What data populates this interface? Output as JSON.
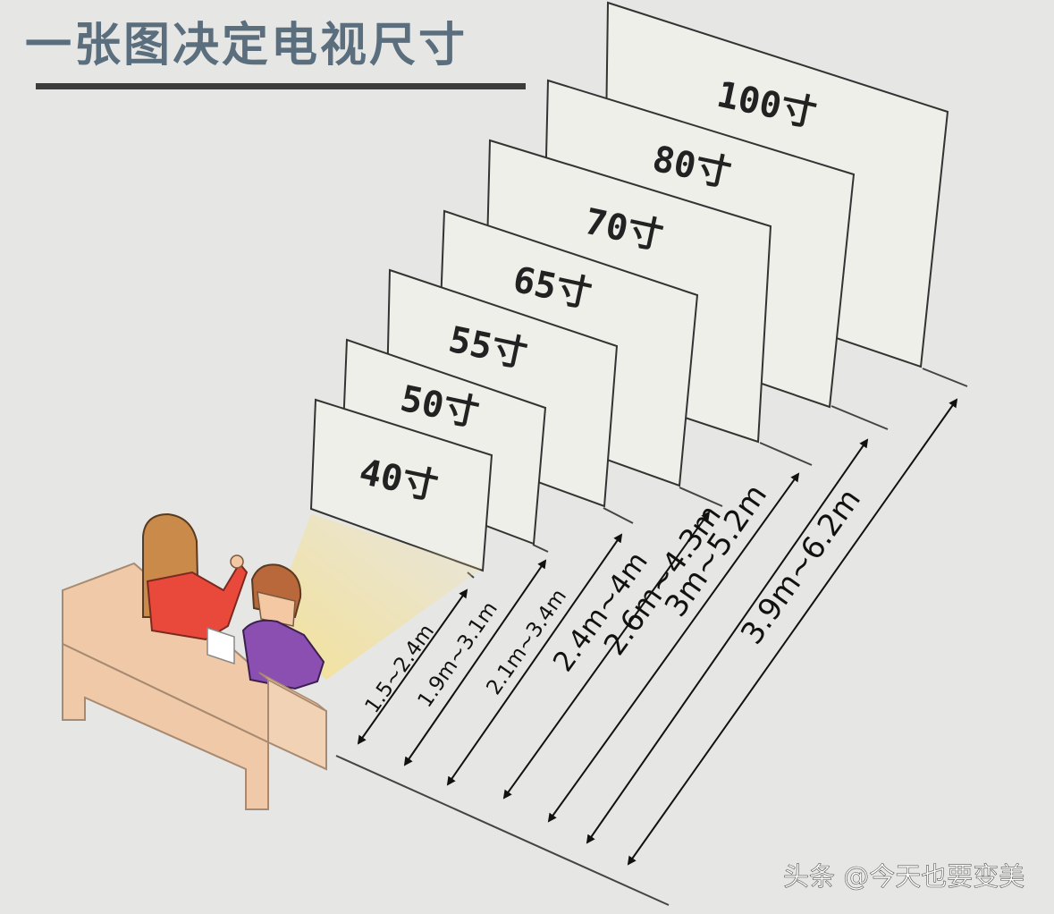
{
  "title": "一张图决定电视尺寸",
  "watermark": "头条 @今天也要变美",
  "colors": {
    "background": "#e6e6e4",
    "screen_fill": "#efefe9",
    "title_text": "#5a6e7e",
    "title_underline": "#3c3c3c",
    "sofa": "#efc9a8",
    "woman_shirt": "#e8493a",
    "woman_hair": "#c98a4a",
    "boy_shirt": "#8a4fb0",
    "boy_hair": "#b8683a",
    "light_beam": "#f6e08a"
  },
  "screens": [
    {
      "label": "100寸",
      "distance": "3.9m~6.2m"
    },
    {
      "label": "80寸",
      "distance": "3m~5.2m"
    },
    {
      "label": "70寸",
      "distance": "2.6m~4.3m"
    },
    {
      "label": "65寸",
      "distance": "2.4m~4m"
    },
    {
      "label": "55寸",
      "distance": "2.1m~3.4m"
    },
    {
      "label": "50寸",
      "distance": "1.9m~3.1m"
    },
    {
      "label": "40寸",
      "distance": "1.5~2.4m"
    }
  ]
}
